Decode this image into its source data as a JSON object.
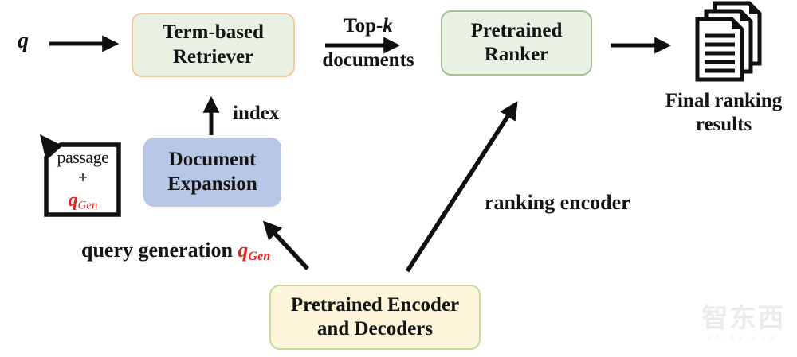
{
  "title": "Query generation / document expansion retrieval pipeline diagram",
  "colors": {
    "ink": "#141414",
    "green_fill": "#e9f1e3",
    "orange_border": "#eec9a2",
    "green_border": "#a5c193",
    "blue_fill": "#b9c7e6",
    "cream_fill": "#fdf6da",
    "yellowgreen_border": "#c6d99f",
    "red_text": "#e8211d"
  },
  "nodes": {
    "query": {
      "label": "q"
    },
    "retriever": {
      "line1": "Term-based",
      "line2": "Retriever"
    },
    "ranker": {
      "line1": "Pretrained",
      "line2": "Ranker"
    },
    "doc_expansion": {
      "line1": "Document",
      "line2": "Expansion"
    },
    "encoder": {
      "line1": "Pretrained Encoder",
      "line2": "and Decoders"
    },
    "final_results": {
      "line1": "Final ranking",
      "line2": "results"
    }
  },
  "passage_card": {
    "line1": "passage",
    "plus": "+",
    "q": "q",
    "q_sub": "Gen"
  },
  "edge_labels": {
    "topk_prefix": "Top-",
    "topk_k": "k",
    "topk_line2": "documents",
    "index": "index",
    "ranking_encoder": "ranking encoder",
    "query_generation": "query generation ",
    "qgen_q": "q",
    "qgen_sub": "Gen"
  },
  "icons": {
    "document_stack": "stack of result documents",
    "passage_page": "passage page with folded corner"
  },
  "watermark": {
    "text": "智东西",
    "sub": "zhidx.com"
  }
}
